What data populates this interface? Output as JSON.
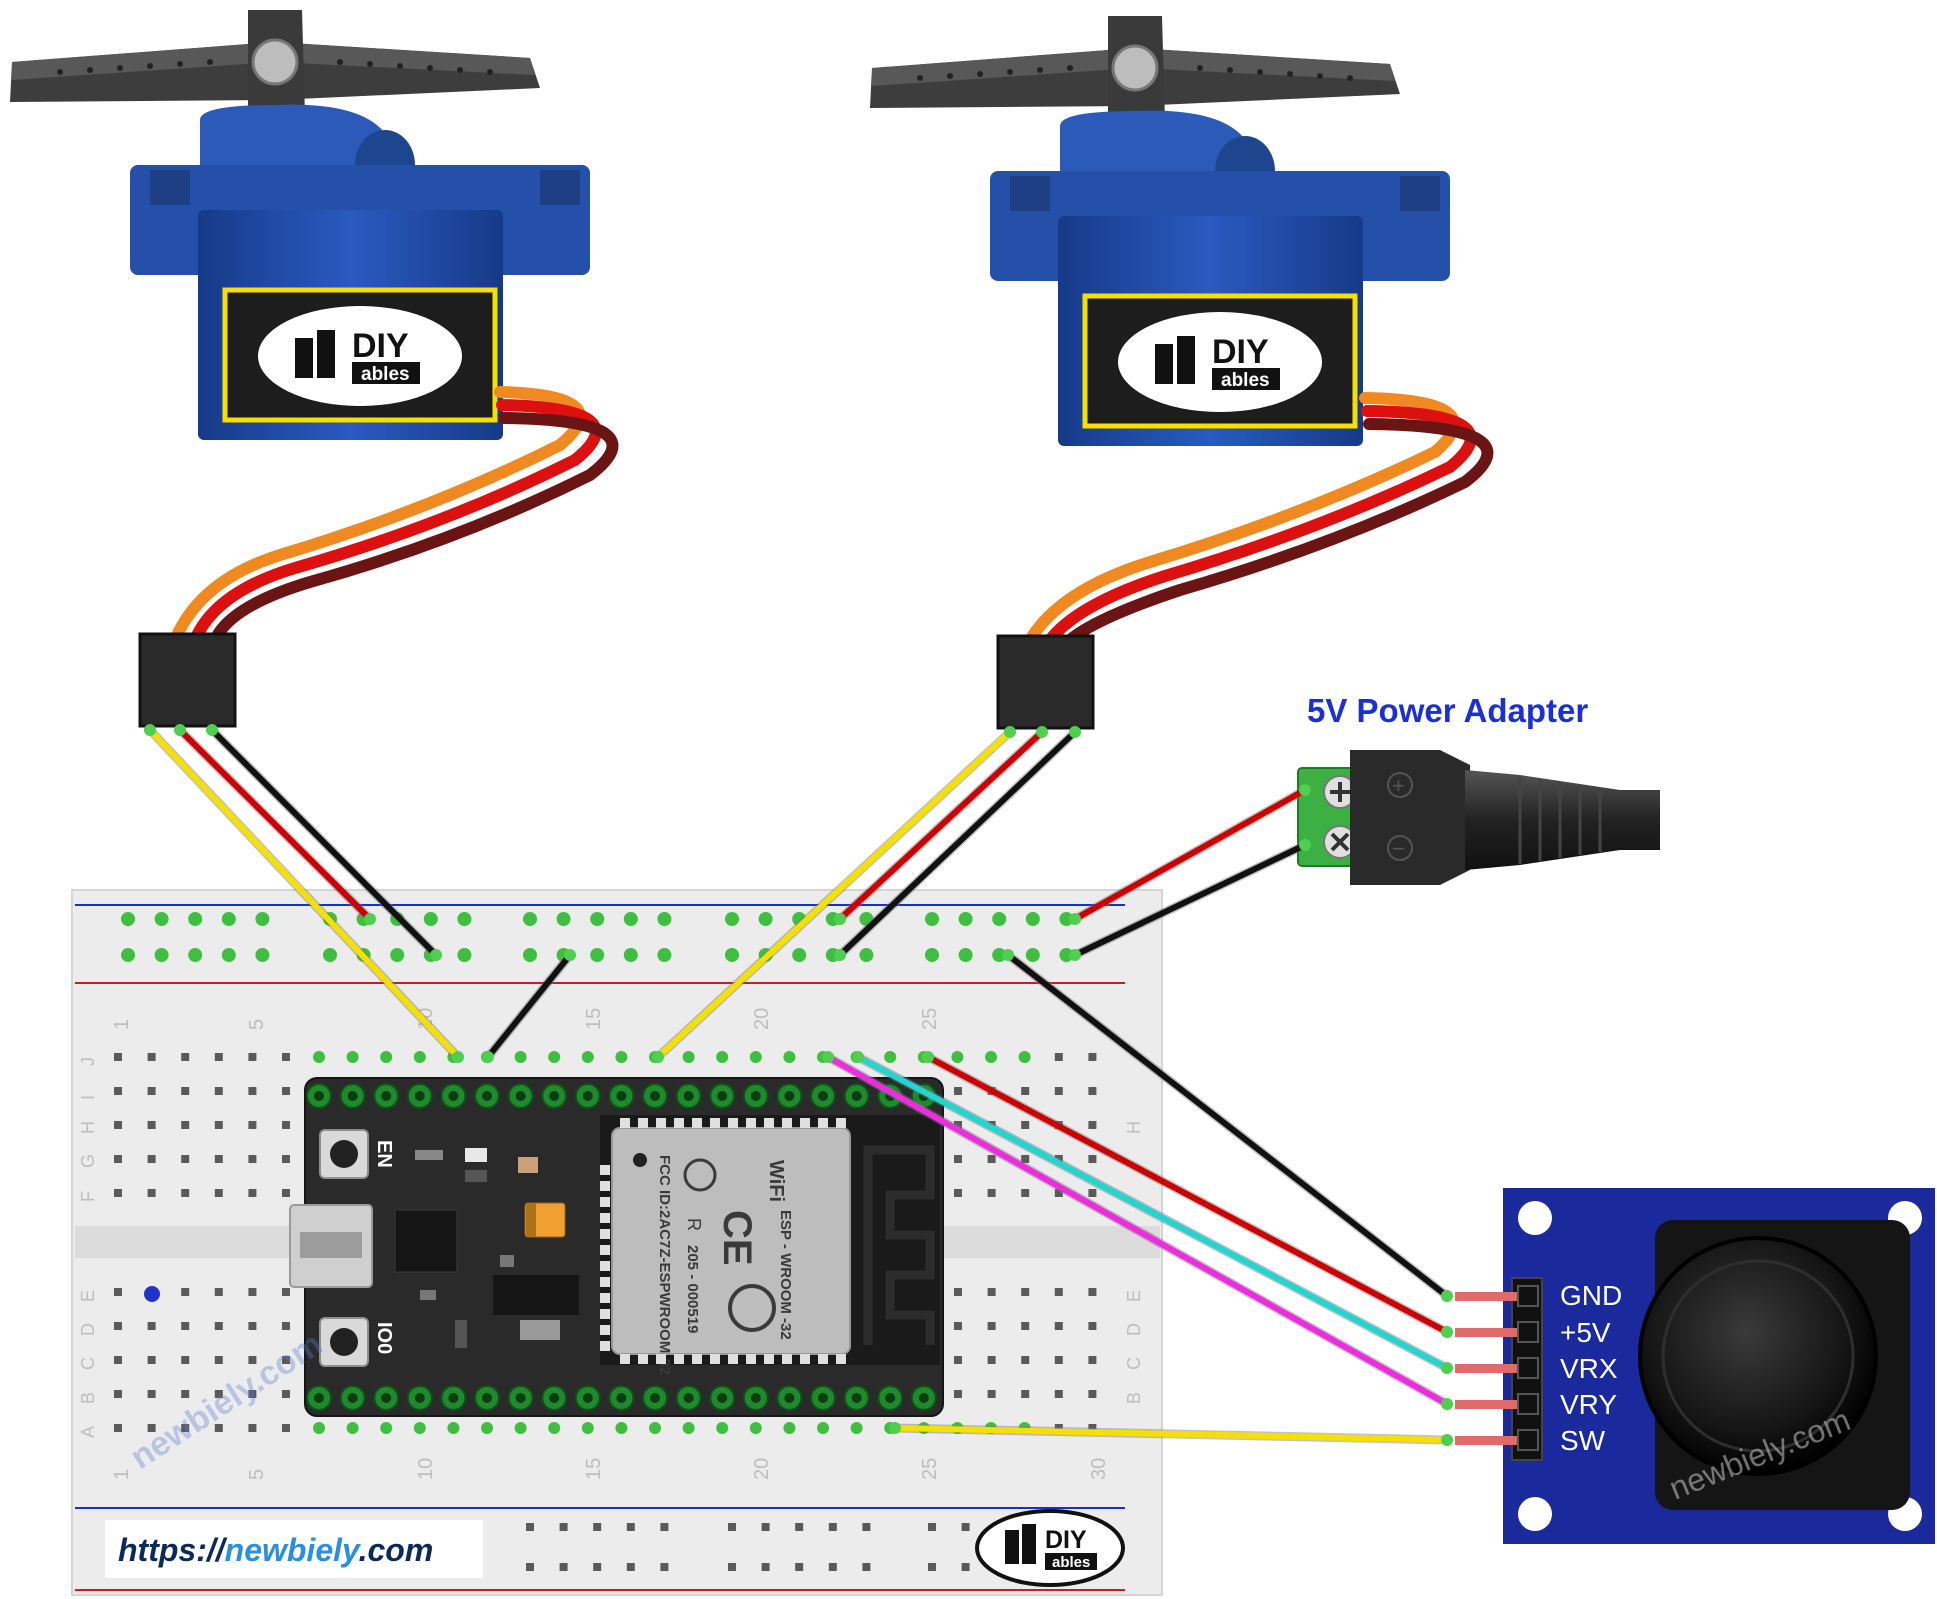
{
  "power_adapter": {
    "label": "5V Power Adapter",
    "plus": "+",
    "minus": "−"
  },
  "servos": [
    {
      "brand_top": "DIY",
      "brand_bottom": "ables"
    },
    {
      "brand_top": "DIY",
      "brand_bottom": "ables"
    }
  ],
  "breadboard": {
    "col_numbers_top": [
      "1",
      "5",
      "10",
      "15",
      "20",
      "25"
    ],
    "col_numbers_bottom": [
      "1",
      "5",
      "10",
      "15",
      "20",
      "25",
      "30"
    ],
    "row_letters_top": [
      "J",
      "I",
      "H",
      "G",
      "F"
    ],
    "row_letters_bottom": [
      "E",
      "D",
      "C",
      "B",
      "A"
    ]
  },
  "esp32": {
    "en_label": "EN",
    "io0_label": "IO0",
    "module_lines": [
      "FCC ID:2AC7Z-ESPWROOM-32",
      "205 - 000519",
      "ESP - WROOM -32"
    ],
    "wifi": "WiFi",
    "r_mark": "R",
    "ce_mark": "CE"
  },
  "joystick": {
    "pins": [
      "GND",
      "+5V",
      "VRX",
      "VRY",
      "SW"
    ]
  },
  "watermark": "newbiely.com",
  "footer": {
    "url_prefix": "https://",
    "url_brand": "newbiely",
    "url_suffix": ".com",
    "logo_top": "DIY",
    "logo_bottom": "ables"
  },
  "colors": {
    "wire_yellow": "#f5e000",
    "wire_red": "#cc0000",
    "wire_black": "#111111",
    "wire_cyan": "#22d6cf",
    "wire_magenta": "#ee2cdf",
    "servo_blue": "#1f4ba3",
    "label_blue": "#1a2fd6",
    "url_blue": "#2a8fe0",
    "joystick_board": "#1a2a9c"
  }
}
